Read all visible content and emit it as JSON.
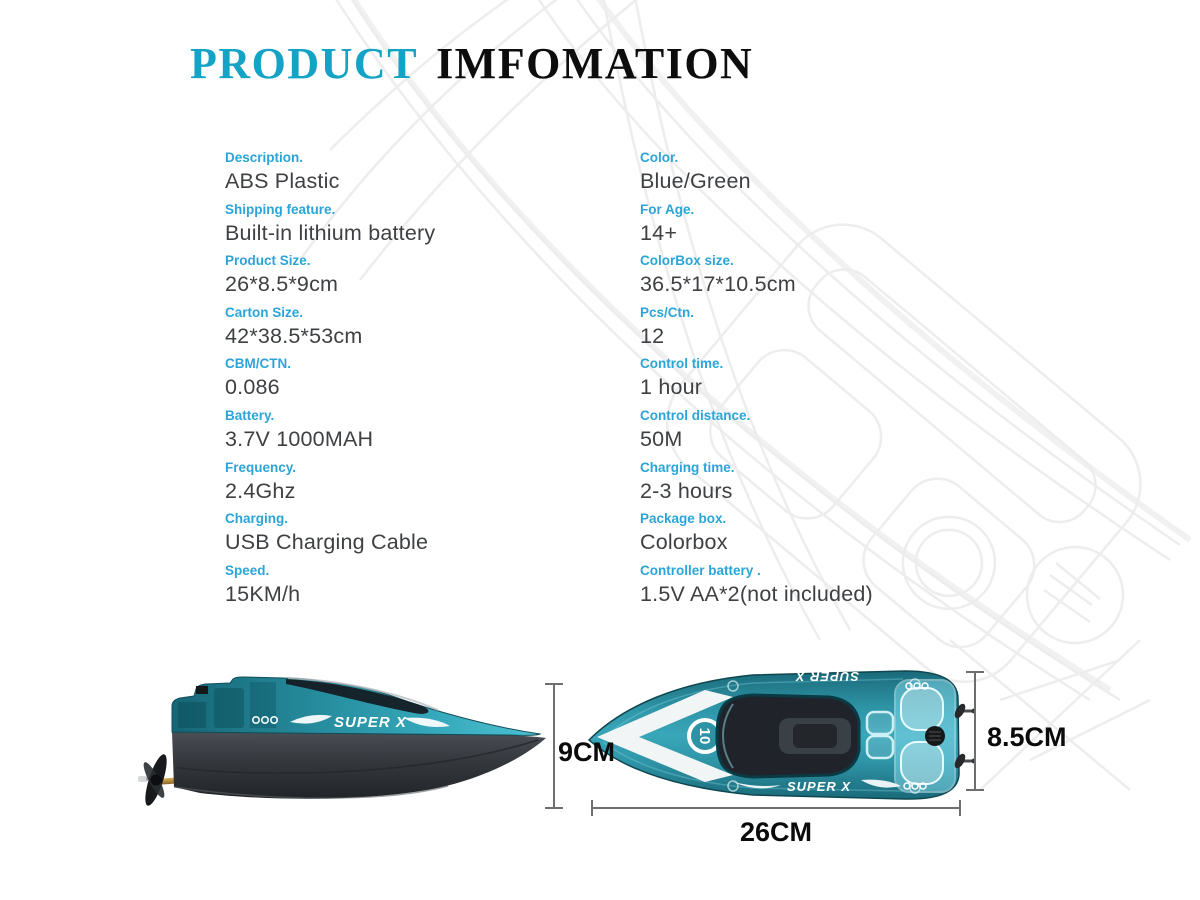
{
  "page": {
    "title_highlight": "PRODUCT",
    "title_rest": "IMFOMATION"
  },
  "specs": {
    "left": [
      {
        "label": "Description.",
        "value": "ABS Plastic"
      },
      {
        "label": "Shipping feature.",
        "value": "Built-in lithium battery"
      },
      {
        "label": "Product Size.",
        "value": "26*8.5*9cm"
      },
      {
        "label": "Carton Size.",
        "value": "42*38.5*53cm"
      },
      {
        "label": "CBM/CTN.",
        "value": "0.086"
      },
      {
        "label": "Battery.",
        "value": "3.7V 1000MAH"
      },
      {
        "label": "Frequency.",
        "value": "2.4Ghz"
      },
      {
        "label": "Charging.",
        "value": "USB Charging Cable"
      },
      {
        "label": "Speed.",
        "value": "15KM/h"
      }
    ],
    "right": [
      {
        "label": "Color.",
        "value": "Blue/Green"
      },
      {
        "label": "For Age.",
        "value": "14+"
      },
      {
        "label": "ColorBox size.",
        "value": "36.5*17*10.5cm"
      },
      {
        "label": "Pcs/Ctn.",
        "value": "12"
      },
      {
        "label": "Control time.",
        "value": "1 hour"
      },
      {
        "label": "Control distance.",
        "value": "50M"
      },
      {
        "label": "Charging time.",
        "value": "2-3 hours"
      },
      {
        "label": "Package box.",
        "value": "Colorbox"
      },
      {
        "label": "Controller battery .",
        "value": "1.5V AA*2(not included)"
      }
    ]
  },
  "dimensions": {
    "height": "9CM",
    "width": "8.5CM",
    "length": "26CM"
  },
  "boat": {
    "brand": "SUPER X",
    "badge": "10"
  },
  "colors": {
    "accent_teal": "#12a3c6",
    "label_blue": "#2ba5d8",
    "value_gray": "#3e4043",
    "hull_dark": "#33373c",
    "boat_teal": "#2f96a8"
  }
}
